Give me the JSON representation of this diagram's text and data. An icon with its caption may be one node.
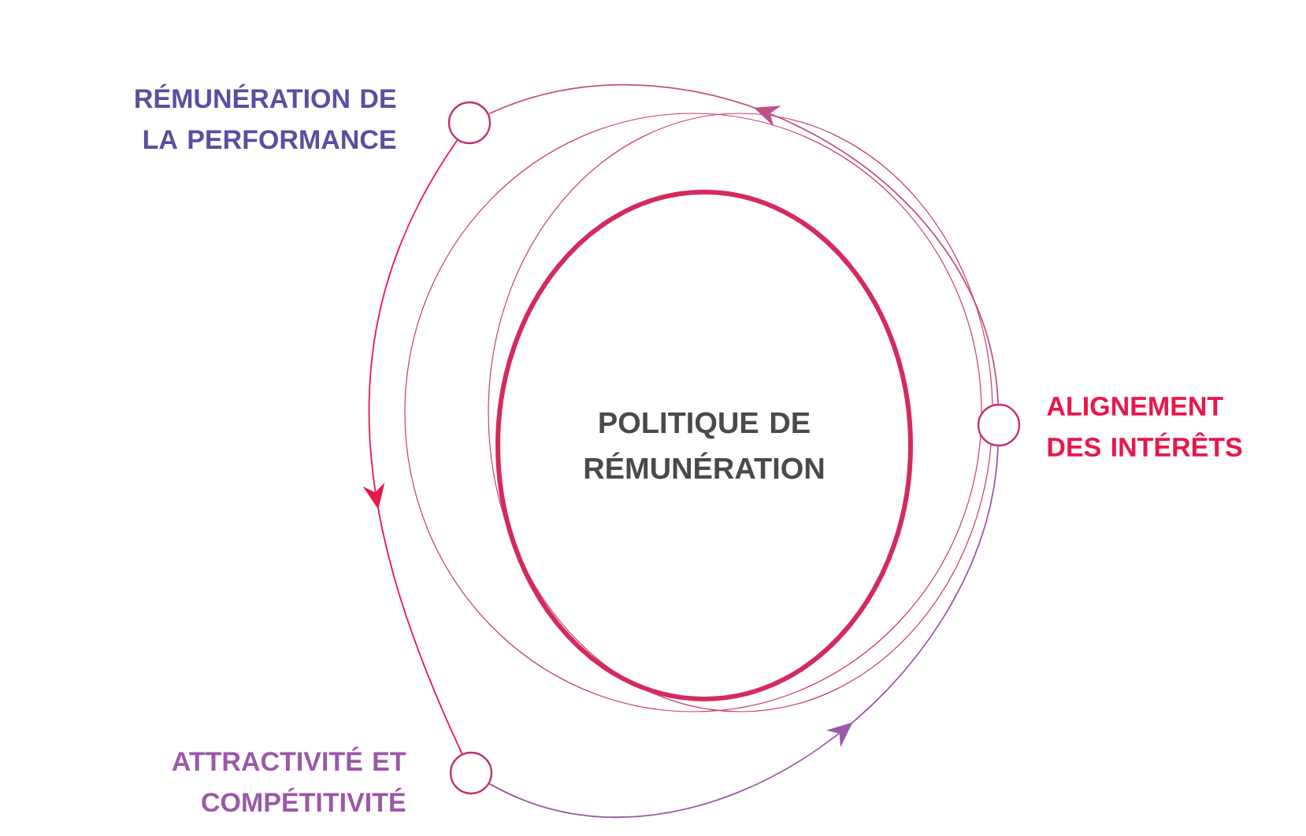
{
  "diagram": {
    "nodes": [
      {
        "text": [
          "POLITIQUE DE RÉMUNÉRATION"
        ]
      },
      {
        "text": [],
        "shape": "circle",
        "beside": [
          "RÉMUNÉRATION DE LA PERFORMANCE"
        ]
      },
      {
        "text": [],
        "shape": "circle",
        "beside": [
          "ALIGNEMENT DES INTÉRÊTS"
        ]
      },
      {
        "text": [],
        "shape": "circle",
        "beside": [
          "ATTRACTIVITÉ ET COMPÉTITIVITÉ"
        ]
      }
    ],
    "edges": [
      {
        "from": 1,
        "to": 3,
        "arrow": "to",
        "color": "#e8174a"
      },
      {
        "from": 3,
        "to": 2,
        "arrow": "to",
        "color": "#9b59a8"
      },
      {
        "from": 2,
        "to": 1,
        "arrow": "to",
        "color": "#c0508a"
      }
    ]
  }
}
